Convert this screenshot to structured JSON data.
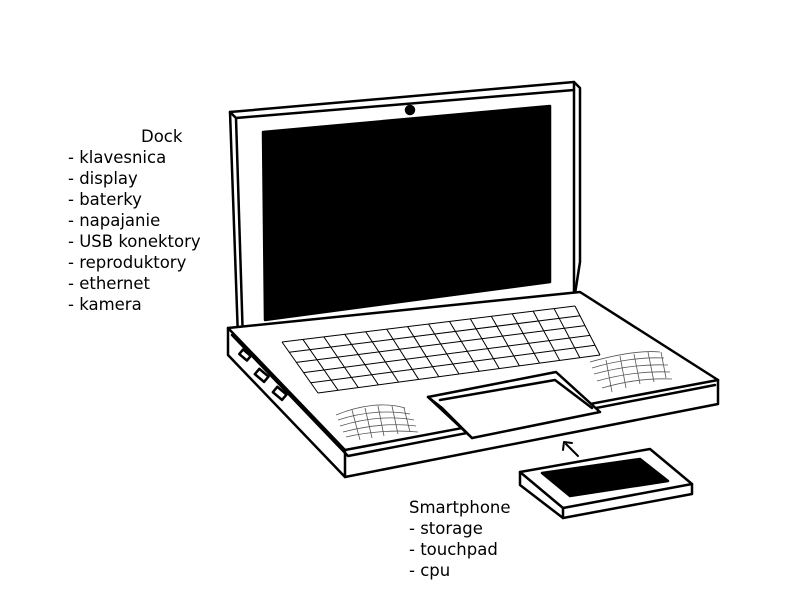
{
  "dock": {
    "title": "Dock",
    "items": [
      "- klavesnica",
      "- display",
      "- baterky",
      "- napajanie",
      "- USB konektory",
      "- reproduktory",
      "- ethernet",
      "- kamera"
    ]
  },
  "smartphone": {
    "title": "Smartphone",
    "items": [
      "- storage",
      "- touchpad",
      "- cpu"
    ]
  },
  "colors": {
    "line": "#000000",
    "screen": "#000000",
    "background": "#ffffff"
  }
}
